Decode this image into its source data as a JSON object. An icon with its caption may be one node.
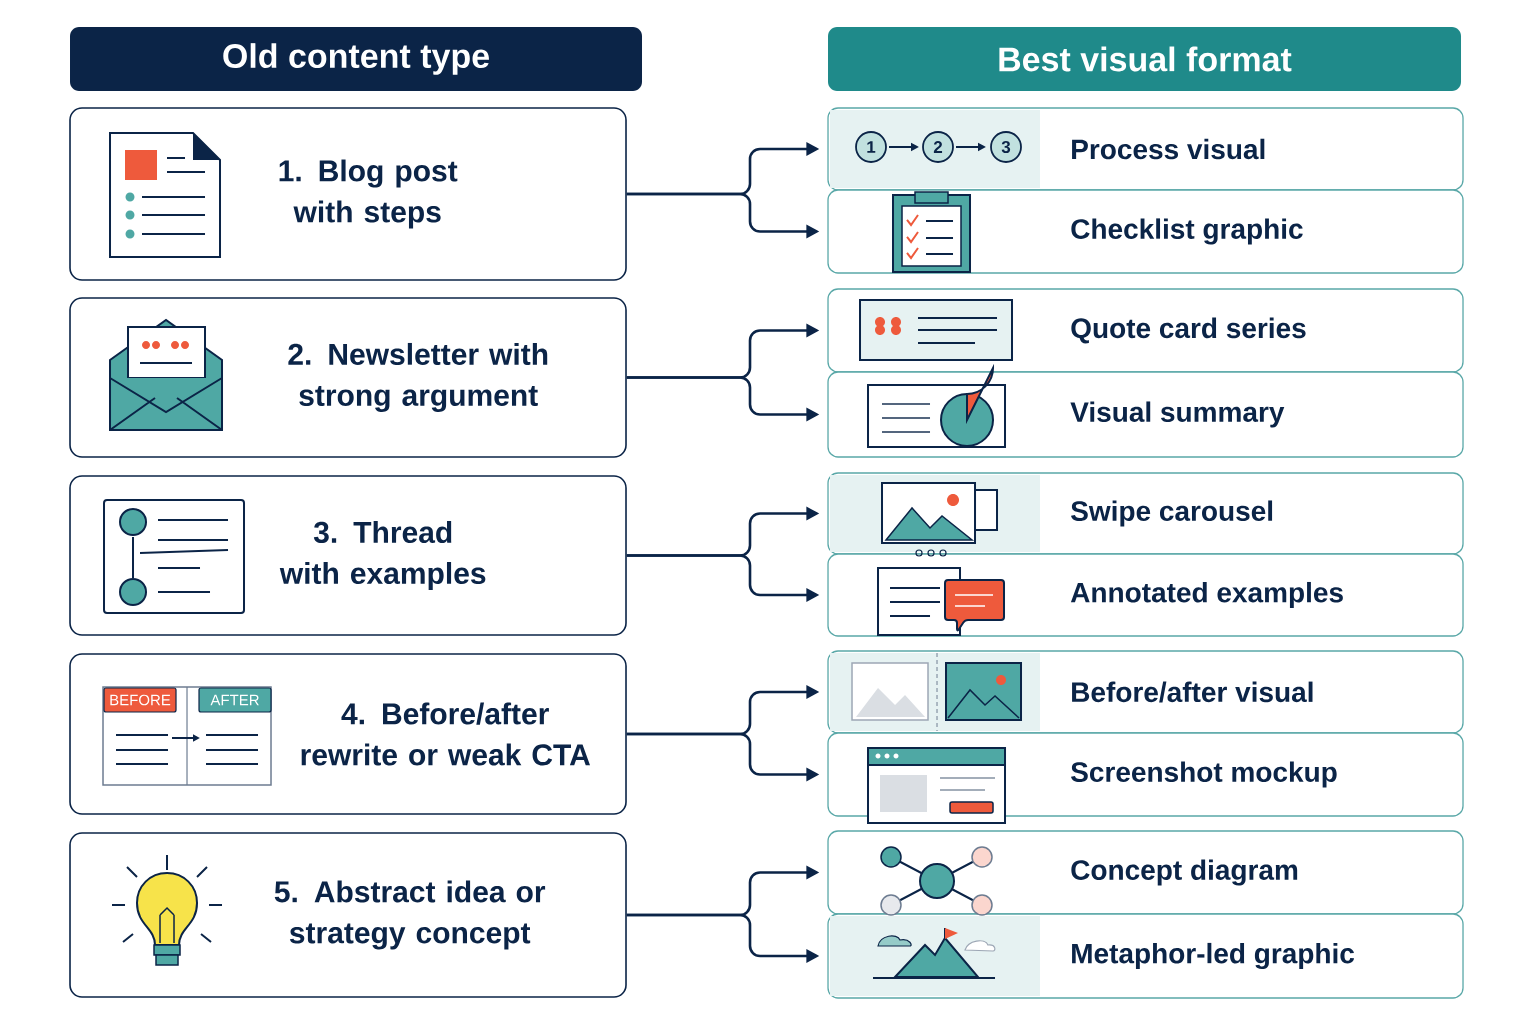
{
  "diagram": {
    "nodes": [
      {
        "text": [
          "Old content type"
        ]
      },
      {
        "text": [
          "Best visual format"
        ]
      },
      {
        "text": [
          "1. Blog post with steps"
        ]
      },
      {
        "text": [
          "Process visual"
        ]
      },
      {
        "text": [
          "Checklist graphic"
        ]
      },
      {
        "text": [
          "2. Newsletter with strong argument"
        ]
      },
      {
        "text": [
          "Quote card series"
        ]
      },
      {
        "text": [
          "Visual summary"
        ]
      },
      {
        "text": [
          "3. Thread with examples"
        ]
      },
      {
        "text": [
          "Swipe carousel"
        ]
      },
      {
        "text": [
          "Annotated examples"
        ]
      },
      {
        "text": [
          "4. Before/after rewrite or weak CTA"
        ]
      },
      {
        "text": [
          "Before/after visual"
        ]
      },
      {
        "text": [
          "Screenshot mockup"
        ]
      },
      {
        "text": [
          "5. Abstract idea or strategy concept"
        ]
      },
      {
        "text": [
          "Concept diagram"
        ]
      },
      {
        "text": [
          "Metaphor-led graphic"
        ]
      }
    ],
    "edges": [
      {
        "from": 2,
        "to": 3,
        "arrow": "to"
      },
      {
        "from": 2,
        "to": 4,
        "arrow": "to"
      },
      {
        "from": 5,
        "to": 6,
        "arrow": "to"
      },
      {
        "from": 5,
        "to": 7,
        "arrow": "to"
      },
      {
        "from": 8,
        "to": 9,
        "arrow": "to"
      },
      {
        "from": 8,
        "to": 10,
        "arrow": "to"
      },
      {
        "from": 11,
        "to": 12,
        "arrow": "to"
      },
      {
        "from": 11,
        "to": 13,
        "arrow": "to"
      },
      {
        "from": 14,
        "to": 15,
        "arrow": "to"
      },
      {
        "from": 14,
        "to": 16,
        "arrow": "to"
      }
    ],
    "labels": [
      "1",
      "2",
      "3",
      "BEFORE",
      "AFTER"
    ]
  }
}
